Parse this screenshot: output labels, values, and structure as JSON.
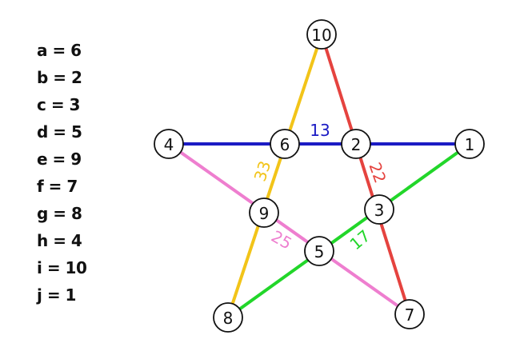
{
  "legend": [
    {
      "var": "a",
      "value": "6"
    },
    {
      "var": "b",
      "value": "2"
    },
    {
      "var": "c",
      "value": "3"
    },
    {
      "var": "d",
      "value": "5"
    },
    {
      "var": "e",
      "value": "9"
    },
    {
      "var": "f",
      "value": "7"
    },
    {
      "var": "g",
      "value": "8"
    },
    {
      "var": "h",
      "value": "4"
    },
    {
      "var": "i",
      "value": "10"
    },
    {
      "var": "j",
      "value": "1"
    }
  ],
  "nodes": [
    "10",
    "4",
    "6",
    "2",
    "1",
    "9",
    "3",
    "5",
    "8",
    "7"
  ],
  "edges": [
    {
      "from": "4",
      "to": "1",
      "color": "#1b1bc4",
      "sum": "13"
    },
    {
      "from": "10",
      "to": "7",
      "color": "#e5433f",
      "sum": "22"
    },
    {
      "from": "10",
      "to": "8",
      "color": "#f2c419",
      "sum": "33"
    },
    {
      "from": "1",
      "to": "8",
      "color": "#22d62a",
      "sum": "17"
    },
    {
      "from": "4",
      "to": "7",
      "color": "#ee7ecf",
      "sum": "25"
    }
  ]
}
